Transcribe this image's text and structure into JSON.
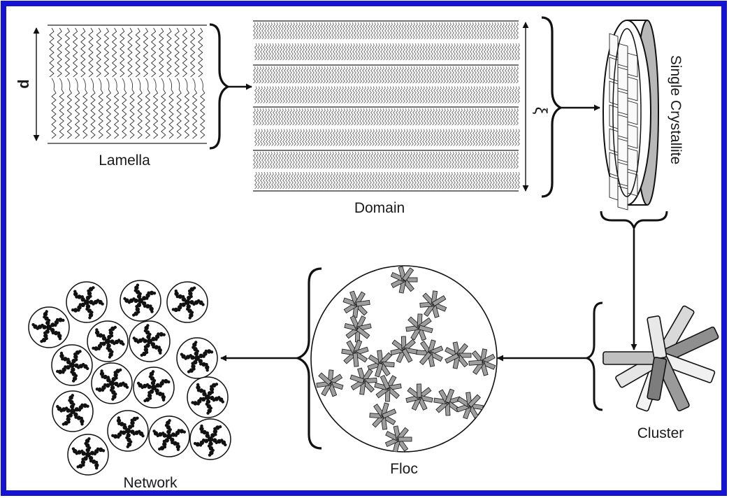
{
  "frame_color": "#1414d2",
  "labels": {
    "lamella": "Lamella",
    "d": "d",
    "domain": "Domain",
    "xi": "ξ",
    "single_crystallite": "Single Crystallite",
    "cluster": "Cluster",
    "floc": "Floc",
    "network": "Network"
  },
  "stages": [
    "Lamella",
    "Domain",
    "Single Crystallite",
    "Cluster",
    "Floc",
    "Network"
  ],
  "icons": {
    "arrow": "arrow-icon",
    "brace": "curly-brace-icon"
  }
}
